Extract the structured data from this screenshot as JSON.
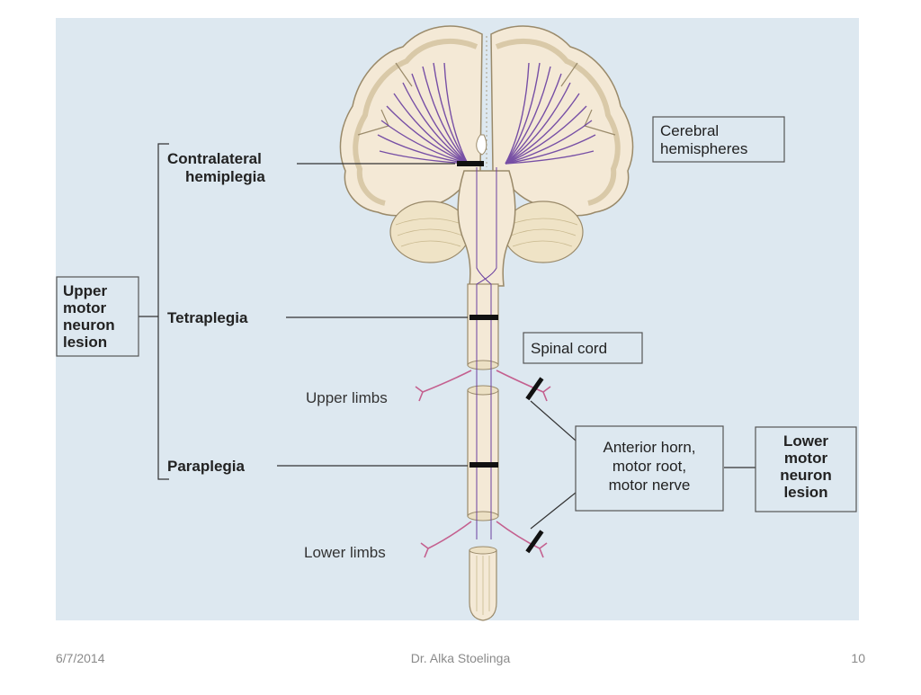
{
  "diagram": {
    "background": "#dde8f0",
    "tract_color": "#6a3fa0",
    "tissue_color": "#f4e9d6",
    "outline_color": "#9a8a6a",
    "nerve_color": "#c4608f",
    "lesion_color": "#111111",
    "labels": {
      "cerebral_line1": "Cerebral",
      "cerebral_line2": "hemispheres",
      "contralateral_line1": "Contralateral",
      "contralateral_line2": "hemiplegia",
      "umn_line1": "Upper",
      "umn_line2": "motor",
      "umn_line3": "neuron",
      "umn_line4": "lesion",
      "tetraplegia": "Tetraplegia",
      "spinal_cord": "Spinal cord",
      "upper_limbs": "Upper limbs",
      "paraplegia": "Paraplegia",
      "anterior_line1": "Anterior horn,",
      "anterior_line2": "motor root,",
      "anterior_line3": "motor nerve",
      "lmn_line1": "Lower",
      "lmn_line2": "motor",
      "lmn_line3": "neuron",
      "lmn_line4": "lesion",
      "lower_limbs": "Lower limbs"
    }
  },
  "footer": {
    "date": "6/7/2014",
    "author": "Dr. Alka Stoelinga",
    "page": "10"
  }
}
